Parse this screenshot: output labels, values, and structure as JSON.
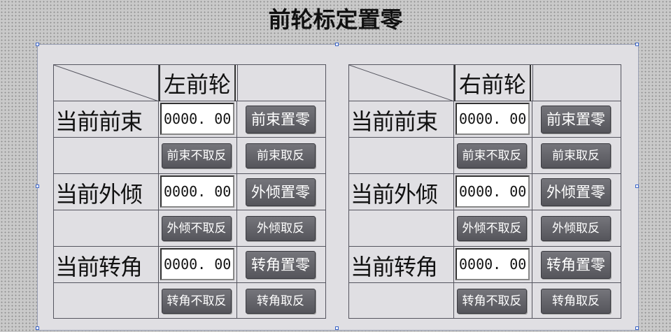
{
  "title": "前轮标定置零",
  "wheels": [
    {
      "column_title": "左前轮",
      "rows": [
        {
          "label": "当前前束",
          "value": "0000. 00",
          "zero_button": "前束置零",
          "noget_button": "前束不取反",
          "get_button": "前束取反"
        },
        {
          "label": "当前外倾",
          "value": "0000. 00",
          "zero_button": "外倾置零",
          "noget_button": "外倾不取反",
          "get_button": "外倾取反"
        },
        {
          "label": "当前转角",
          "value": "0000. 00",
          "zero_button": "转角置零",
          "noget_button": "转角不取反",
          "get_button": "转角取反"
        }
      ]
    },
    {
      "column_title": "右前轮",
      "rows": [
        {
          "label": "当前前束",
          "value": "0000. 00",
          "zero_button": "前束置零",
          "noget_button": "前束不取反",
          "get_button": "前束取反"
        },
        {
          "label": "当前外倾",
          "value": "0000. 00",
          "zero_button": "外倾置零",
          "noget_button": "外倾不取反",
          "get_button": "外倾取反"
        },
        {
          "label": "当前转角",
          "value": "0000. 00",
          "zero_button": "转角置零",
          "noget_button": "转角不取反",
          "get_button": "转角取反"
        }
      ]
    }
  ],
  "colors": {
    "canvas_background": "#c9c9c9",
    "panel_background": "#e0dfe3",
    "button_background": "#65656b",
    "button_text": "#ffffff",
    "selection_handle": "#3a64c8"
  }
}
